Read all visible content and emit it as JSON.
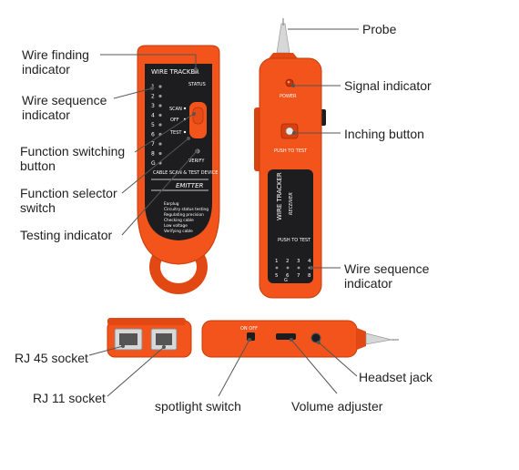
{
  "labels": {
    "wire_finding_indicator": [
      "Wire finding",
      "indicator"
    ],
    "wire_sequence_indicator_left": [
      "Wire sequence",
      "indicator"
    ],
    "function_switching_button": [
      "Function switching",
      "button"
    ],
    "function_selector_switch": [
      "Function selector",
      "switch"
    ],
    "testing_indicator": "Testing indicator",
    "probe": "Probe",
    "signal_indicator": "Signal indicator",
    "inching_button": "Inching button",
    "wire_sequence_indicator_right": [
      "Wire sequence",
      "indicator"
    ],
    "rj45_socket": "RJ 45 socket",
    "rj11_socket": "RJ 11 socket",
    "spotlight_switch": "spotlight switch",
    "volume_adjuster": "Volume adjuster",
    "headset_jack": "Headset jack"
  },
  "emitter": {
    "title": "WIRE TRACKER",
    "status": "STATUS",
    "numbers": [
      "1",
      "2",
      "3",
      "4",
      "5",
      "6",
      "7",
      "8",
      "G"
    ],
    "scan": "SCAN",
    "off": "OFF",
    "test": "TEST",
    "verify": "VERIFY",
    "cable_scan": "CABLE SCAN & TEST DEVICE",
    "name": "EMITTER",
    "features": [
      "Earplug",
      "Circuitry status testing",
      "Regulating precision",
      "Checking cable",
      "Low voltage",
      "Verifying cable"
    ]
  },
  "receiver": {
    "power": "POWER",
    "push_to_test": "PUSH TO TEST",
    "wire_tracker": "WIRE TRACKER",
    "receiver": "RECEIVER",
    "push_to_test_2": "PUSH TO TEST",
    "numbers_top": [
      "1",
      "2",
      "3",
      "4"
    ],
    "numbers_bottom": [
      "5",
      "6",
      "7",
      "8"
    ],
    "g_label": "G",
    "side_label": "ON OFF"
  },
  "colors": {
    "orange": "#f2541b",
    "orange_dark": "#c63d0d",
    "black_panel": "#1d1d1f",
    "silver": "#c8c8c8"
  }
}
